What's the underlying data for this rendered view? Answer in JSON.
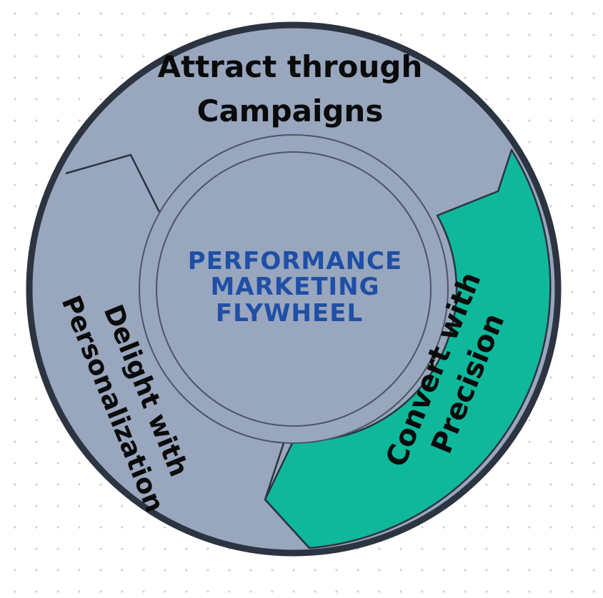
{
  "center": {
    "line1": "PERFORMANCE",
    "line2": "MARKETING",
    "line3": "FLYWHEEL"
  },
  "segments": {
    "attract": {
      "line1": "Attract through",
      "line2": "Campaigns"
    },
    "convert": {
      "line1": "Convert with",
      "line2": "Precision"
    },
    "delight": {
      "line1": "Delight with",
      "line2": "Personalization"
    }
  },
  "colors": {
    "wheel_fill": "#98a6be",
    "highlight_fill": "#0fb79b",
    "outline": "#2b3440",
    "center_text": "#1f4fa6",
    "background_dots": "#c9ced6"
  }
}
